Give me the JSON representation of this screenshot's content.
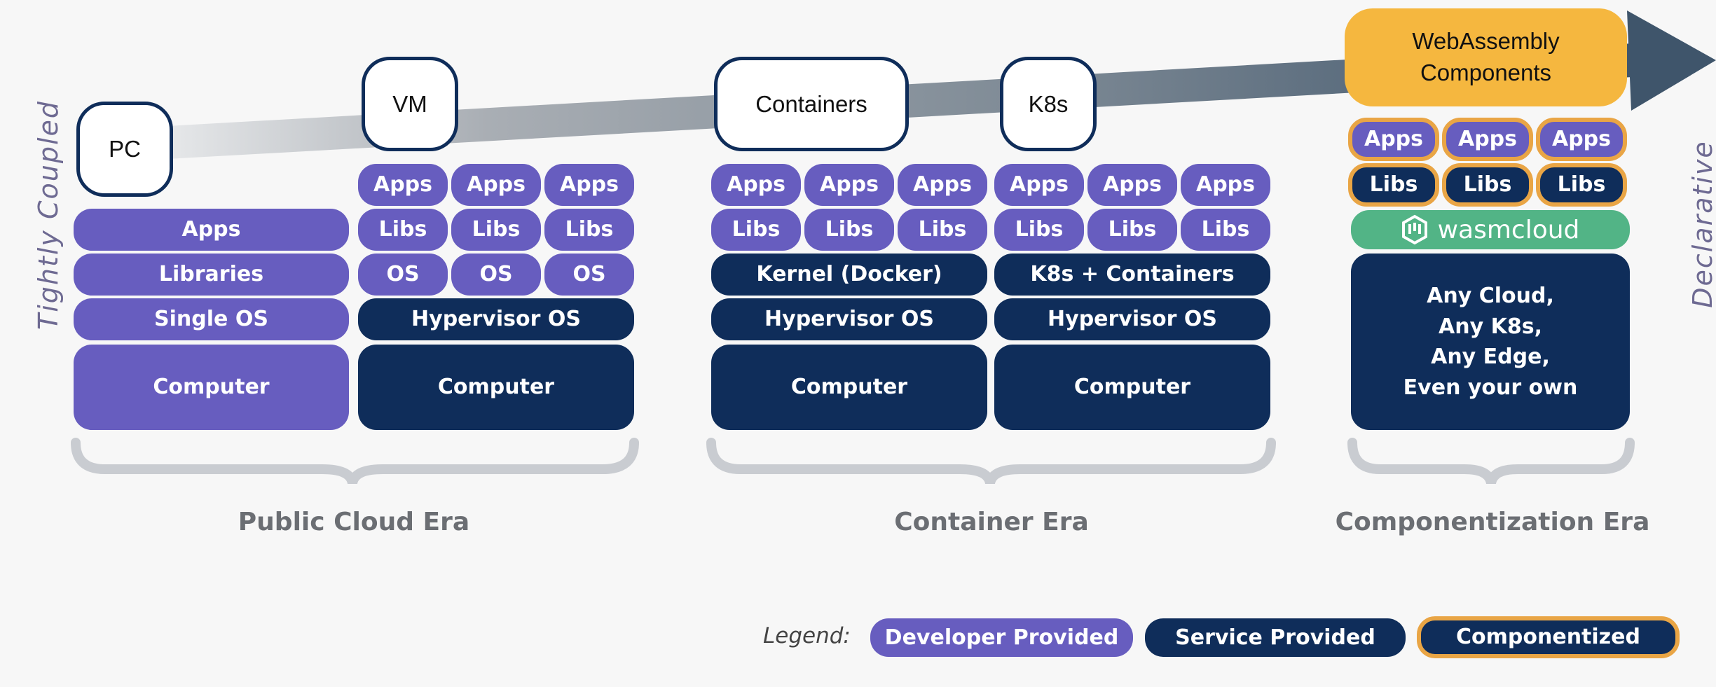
{
  "axis": {
    "left_label": "Tightly Coupled",
    "right_label": "Declarative"
  },
  "colors": {
    "developer": "#675dbf",
    "service": "#0f2d5a",
    "component_border": "#e9a545",
    "wasm_top": "#f5b73f",
    "wasmcloud": "#52b486",
    "arrow": "#3f556b",
    "brace": "#c9ccd1"
  },
  "stages": {
    "pc": "PC",
    "vm": "VM",
    "containers": "Containers",
    "k8s": "K8s",
    "wasm": "WebAssembly Components"
  },
  "pc": {
    "apps": "Apps",
    "libraries": "Libraries",
    "os": "Single OS",
    "computer": "Computer"
  },
  "vm": {
    "apps": [
      "Apps",
      "Apps",
      "Apps"
    ],
    "libs": [
      "Libs",
      "Libs",
      "Libs"
    ],
    "os": [
      "OS",
      "OS",
      "OS"
    ],
    "hypervisor": "Hypervisor OS",
    "computer": "Computer"
  },
  "containers": {
    "apps": [
      "Apps",
      "Apps",
      "Apps"
    ],
    "libs": [
      "Libs",
      "Libs",
      "Libs"
    ],
    "kernel": "Kernel (Docker)",
    "hypervisor": "Hypervisor OS",
    "computer": "Computer"
  },
  "k8s": {
    "apps": [
      "Apps",
      "Apps",
      "Apps"
    ],
    "libs": [
      "Libs",
      "Libs",
      "Libs"
    ],
    "runtime": "K8s + Containers",
    "hypervisor": "Hypervisor OS",
    "computer": "Computer"
  },
  "wasm": {
    "apps": [
      "Apps",
      "Apps",
      "Apps"
    ],
    "libs": [
      "Libs",
      "Libs",
      "Libs"
    ],
    "platform": "wasmcloud",
    "hosts": "Any Cloud,\nAny K8s,\nAny Edge,\nEven your own"
  },
  "eras": [
    "Public Cloud Era",
    "Container Era",
    "Componentization Era"
  ],
  "legend": {
    "title": "Legend:",
    "items": [
      "Developer Provided",
      "Service Provided",
      "Componentized"
    ]
  }
}
